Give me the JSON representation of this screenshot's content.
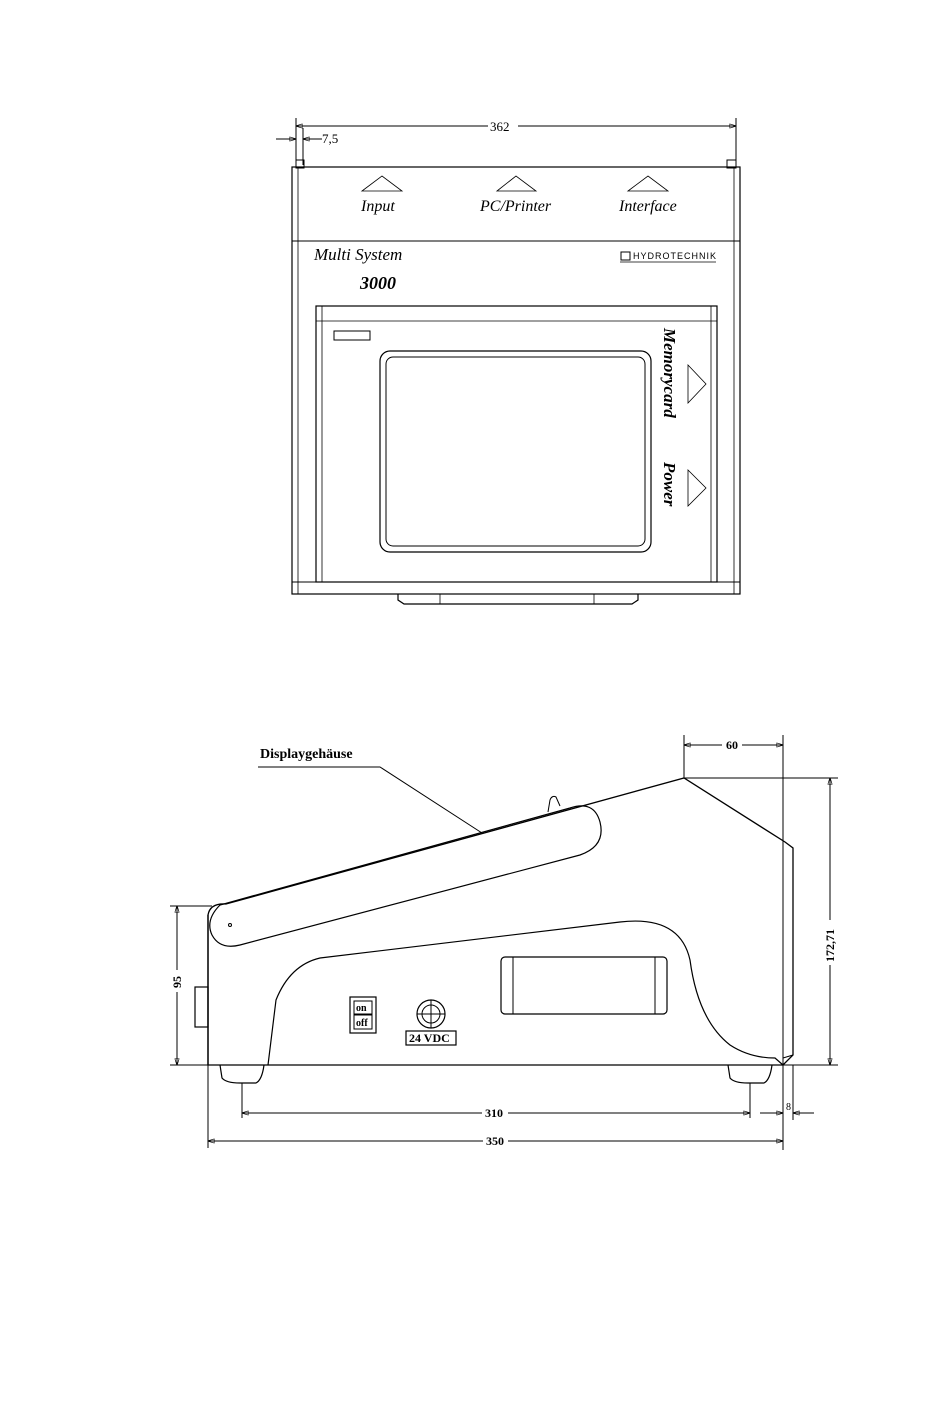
{
  "front_view": {
    "dim_width": "362",
    "dim_offset": "7,5",
    "ports": [
      "Input",
      "PC/Printer",
      "Interface"
    ],
    "model_line1": "Multi System",
    "model_line2": "3000",
    "brand": "HYDROTECHNIK",
    "side_labels": [
      "Memorycard",
      "Power"
    ]
  },
  "side_view": {
    "callout": "Displaygehäuse",
    "dim_top": "60",
    "dim_height_right": "172,71",
    "dim_height_left": "95",
    "dim_feet": "310",
    "dim_total": "350",
    "dim_small": "8",
    "switch_on": "on",
    "switch_off": "off",
    "connector": "24 VDC"
  }
}
